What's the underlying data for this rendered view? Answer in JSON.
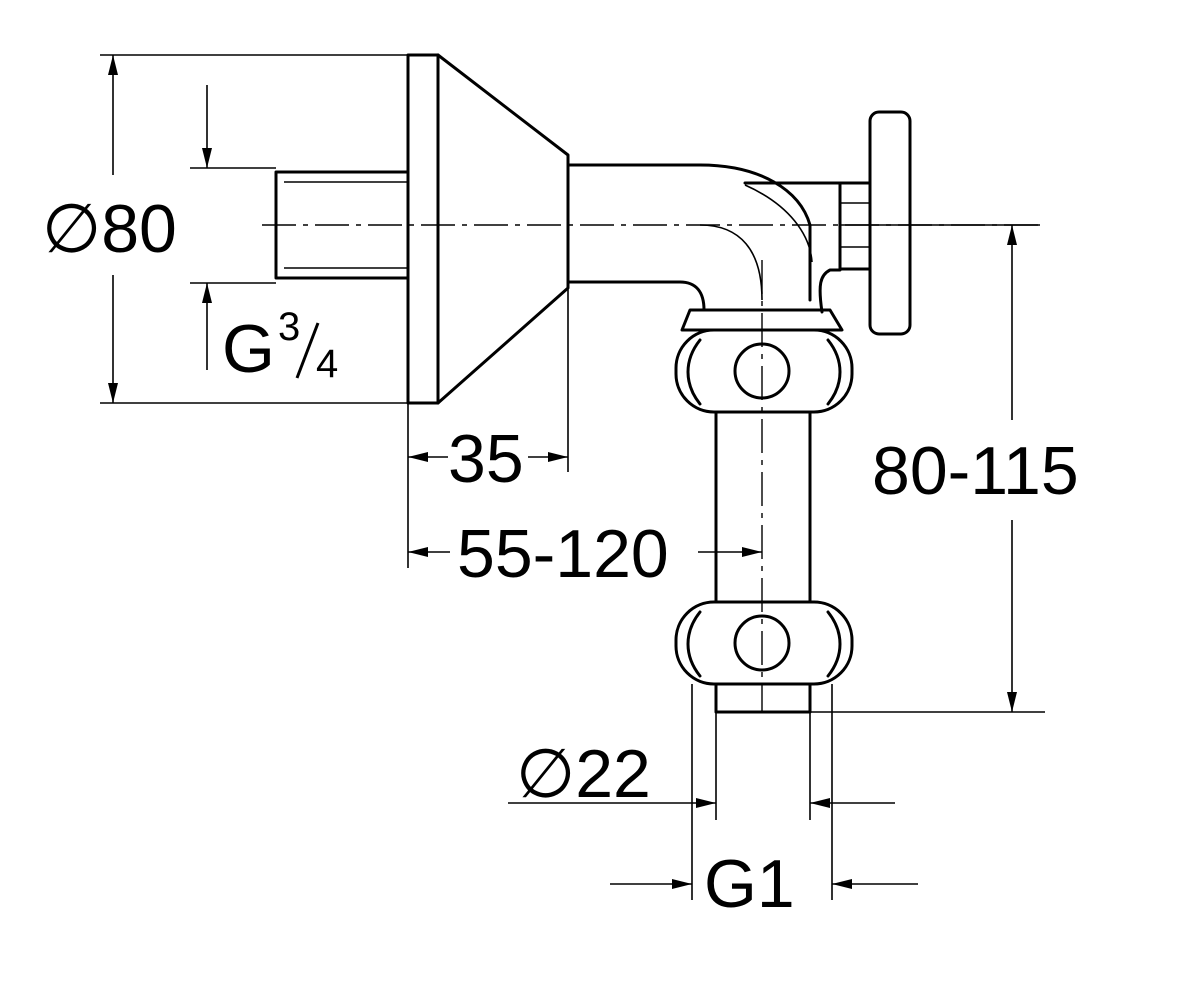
{
  "dimensions": {
    "flange_diameter": "∅80",
    "inlet_thread_prefix": "G",
    "inlet_thread_num": "3",
    "inlet_thread_den": "4",
    "flange_depth": "35",
    "spout_reach": "55-120",
    "spout_height": "80-115",
    "outlet_diameter": "∅22",
    "outlet_thread": "G1"
  }
}
